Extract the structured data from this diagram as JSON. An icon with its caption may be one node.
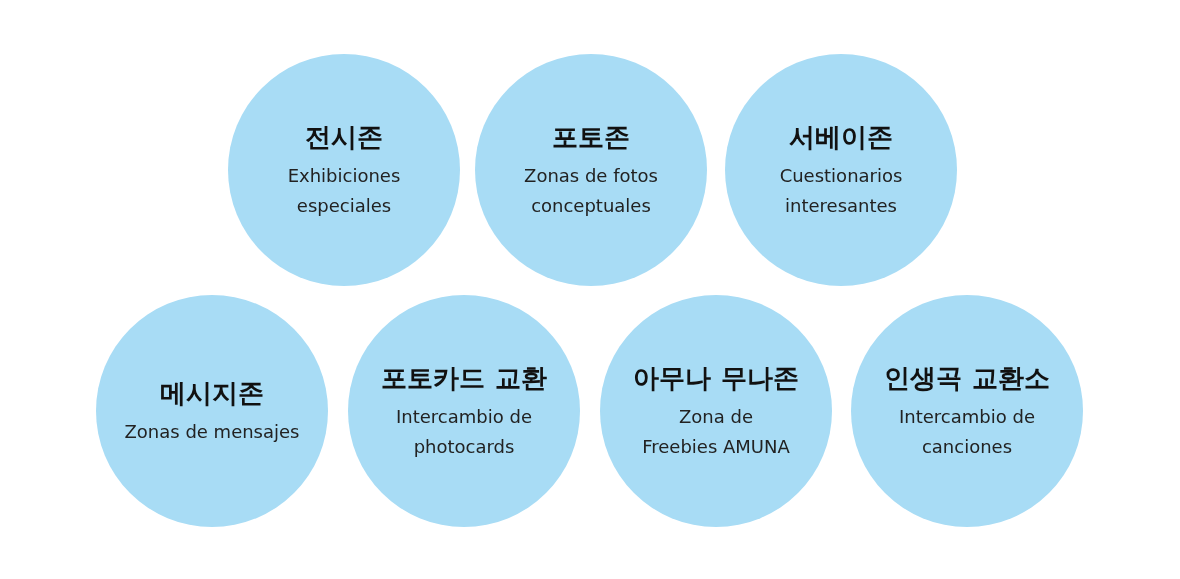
{
  "diagram": {
    "nodes": [
      {
        "text": [
          "전시존",
          "Exhibiciones especiales"
        ]
      },
      {
        "text": [
          "포토존",
          "Zonas de fotos conceptuales"
        ]
      },
      {
        "text": [
          "서베이존",
          "Cuestionarios interesantes"
        ]
      },
      {
        "text": [
          "메시지존",
          "Zonas de mensajes"
        ]
      },
      {
        "text": [
          "포토카드 교환",
          "Intercambio de photocards"
        ]
      },
      {
        "text": [
          "아무나 무나존",
          "Zona de Freebies AMUNA"
        ]
      },
      {
        "text": [
          "인생곡 교환소",
          "Intercambio de canciones"
        ]
      }
    ]
  }
}
